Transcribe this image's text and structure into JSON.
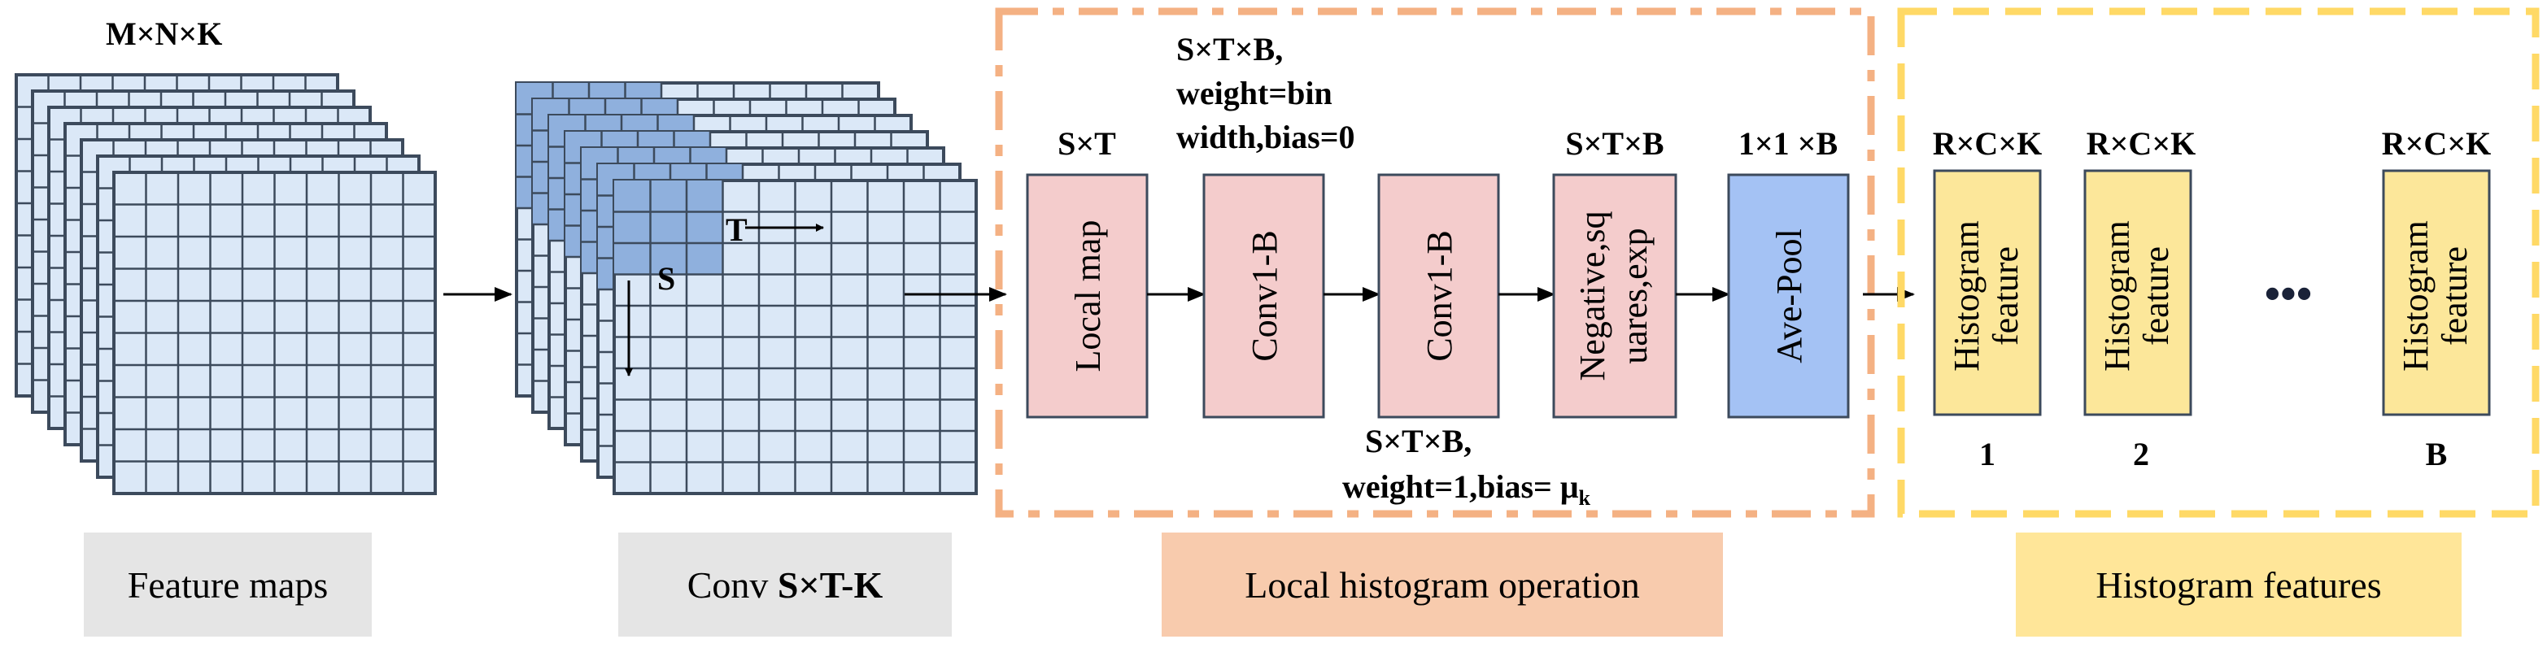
{
  "colors": {
    "cell_fill": "#dbe8f7",
    "cell_highlight": "#8fb0dd",
    "grid_stroke": "#3c4a5c",
    "local_box_fill": "#f4cccc",
    "avepool_fill": "#a4c2f4",
    "hist_fill": "#fce79a",
    "orange_dash": "#f4b183",
    "yellow_dash": "#ffd966",
    "caption_gray": "#e5e5e5",
    "caption_orange": "#f8cbad",
    "caption_yellow": "#ffe699"
  },
  "feature_maps": {
    "dim_label": "M×N×K",
    "caption": "Feature maps"
  },
  "conv": {
    "t_label": "T",
    "s_label": "S",
    "caption_prefix": "Conv ",
    "caption_bold": "S×T-K"
  },
  "local_histogram": {
    "caption": "Local histogram operation",
    "nodes": [
      {
        "dim": "S×T",
        "label": "Local map",
        "color": "local_box_fill"
      },
      {
        "dim": "",
        "label": "Conv1-B",
        "color": "local_box_fill"
      },
      {
        "dim": "",
        "label": "Conv1-B",
        "color": "local_box_fill"
      },
      {
        "dim": "S×T×B",
        "label_line1": "Negative,sq",
        "label_line2": "uares,exp",
        "color": "local_box_fill"
      },
      {
        "dim": "1×1 ×B",
        "label": "Ave-Pool",
        "color": "avepool_fill"
      }
    ],
    "conv1_note": [
      "S×T×B,",
      "weight=bin",
      "width,bias=0"
    ],
    "conv2_note_line1": "S×T×B,",
    "conv2_note_line2": "weight=1,bias= μ",
    "conv2_note_sub": "k"
  },
  "histogram_features": {
    "caption": "Histogram features",
    "items": [
      {
        "dim": "R×C×K",
        "line1": "Histogram",
        "line2": "feature",
        "index": "1"
      },
      {
        "dim": "R×C×K",
        "line1": "Histogram",
        "line2": "feature",
        "index": "2"
      },
      {
        "dim": "R×C×K",
        "line1": "Histogram",
        "line2": "feature",
        "index": "B"
      }
    ],
    "ellipsis": "•••"
  }
}
